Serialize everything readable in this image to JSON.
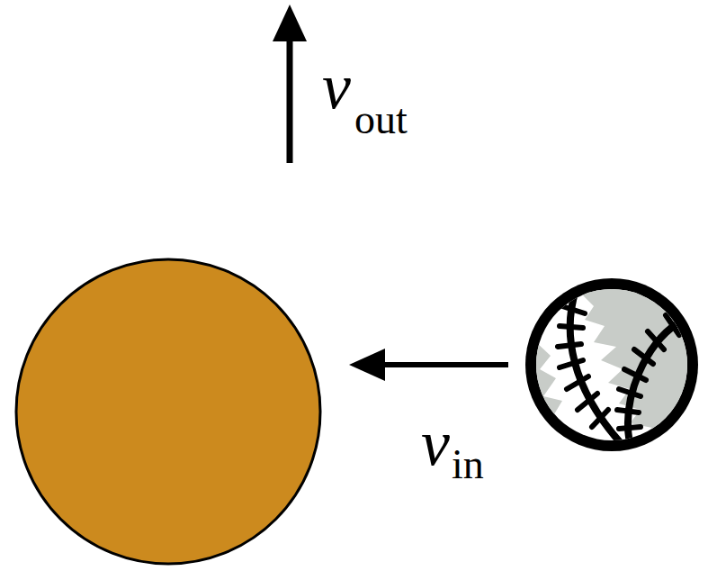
{
  "diagram": {
    "labels": [
      "v",
      "out",
      "v",
      "in"
    ]
  }
}
